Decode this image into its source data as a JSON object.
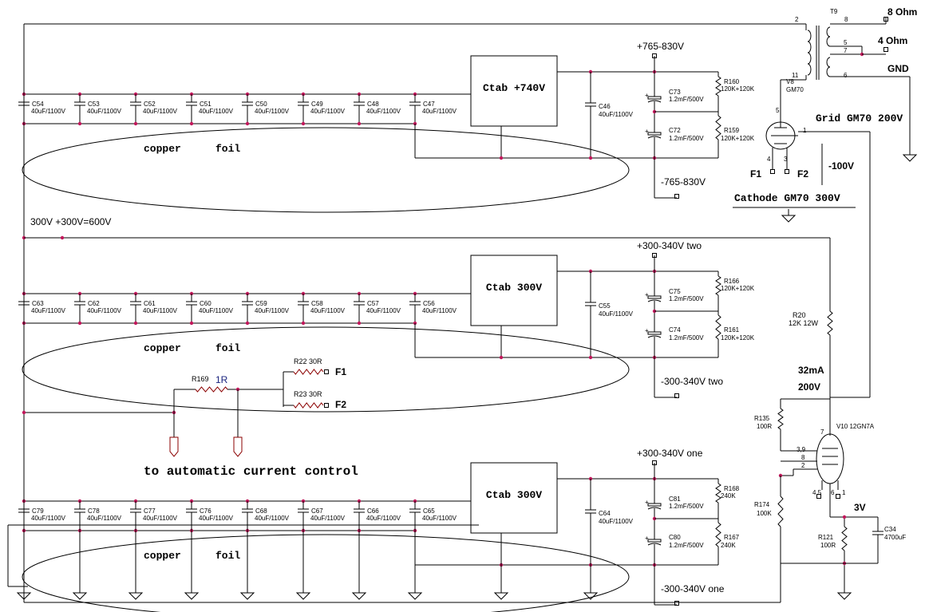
{
  "banks": [
    {
      "ctab_label": "Ctab +740V",
      "caps": [
        {
          "name": "C54",
          "value": "40uF/1100V"
        },
        {
          "name": "C53",
          "value": "40uF/1100V"
        },
        {
          "name": "C52",
          "value": "40uF/1100V"
        },
        {
          "name": "C51",
          "value": "40uF/1100V"
        },
        {
          "name": "C50",
          "value": "40uF/1100V"
        },
        {
          "name": "C49",
          "value": "40uF/1100V"
        },
        {
          "name": "C48",
          "value": "40uF/1100V"
        },
        {
          "name": "C47",
          "value": "40uF/1100V"
        }
      ],
      "filter_cap": {
        "name": "C46",
        "value": "40uF/1100V"
      },
      "elec_top": {
        "name": "C73",
        "value": "1.2mF/500V"
      },
      "elec_bot": {
        "name": "C72",
        "value": "1.2mF/500V"
      },
      "res_top": {
        "name": "R160",
        "value": "120K+120K"
      },
      "res_bot": {
        "name": "R159",
        "value": "120K+120K"
      },
      "v_pos": "+765-830V",
      "v_neg": "-765-830V",
      "foil_label_1": "copper",
      "foil_label_2": "foil"
    },
    {
      "ctab_label": "Ctab 300V",
      "caps": [
        {
          "name": "C63",
          "value": "40uF/1100V"
        },
        {
          "name": "C62",
          "value": "40uF/1100V"
        },
        {
          "name": "C61",
          "value": "40uF/1100V"
        },
        {
          "name": "C60",
          "value": "40uF/1100V"
        },
        {
          "name": "C59",
          "value": "40uF/1100V"
        },
        {
          "name": "C58",
          "value": "40uF/1100V"
        },
        {
          "name": "C57",
          "value": "40uF/1100V"
        },
        {
          "name": "C56",
          "value": "40uF/1100V"
        }
      ],
      "filter_cap": {
        "name": "C55",
        "value": "40uF/1100V"
      },
      "elec_top": {
        "name": "C75",
        "value": "1.2mF/500V"
      },
      "elec_bot": {
        "name": "C74",
        "value": "1.2mF/500V"
      },
      "res_top": {
        "name": "R166",
        "value": "120K+120K"
      },
      "res_bot": {
        "name": "R161",
        "value": "120K+120K"
      },
      "v_pos": "+300-340V two",
      "v_neg": "-300-340V two",
      "foil_label_1": "copper",
      "foil_label_2": "foil"
    },
    {
      "ctab_label": "Ctab 300V",
      "caps": [
        {
          "name": "C79",
          "value": "40uF/1100V"
        },
        {
          "name": "C78",
          "value": "40uF/1100V"
        },
        {
          "name": "C77",
          "value": "40uF/1100V"
        },
        {
          "name": "C76",
          "value": "40uF/1100V"
        },
        {
          "name": "C68",
          "value": "40uF/1100V"
        },
        {
          "name": "C67",
          "value": "40uF/1100V"
        },
        {
          "name": "C66",
          "value": "40uF/1100V"
        },
        {
          "name": "C65",
          "value": "40uF/1100V"
        }
      ],
      "filter_cap": {
        "name": "C64",
        "value": "40uF/1100V"
      },
      "elec_top": {
        "name": "C81",
        "value": "1.2mF/500V"
      },
      "elec_bot": {
        "name": "C80",
        "value": "1.2mF/500V"
      },
      "res_top": {
        "name": "R168",
        "value": "240K"
      },
      "res_bot": {
        "name": "R167",
        "value": "240K"
      },
      "v_pos": "+300-340V one",
      "v_neg": "-300-340V one",
      "foil_label_1": "copper",
      "foil_label_2": "foil"
    }
  ],
  "labels": {
    "supply_600": "300V +300V=600V",
    "r169": "R169",
    "r169_value": "1R",
    "r22": "R22 30R",
    "r23": "R23 30R",
    "f1": "F1",
    "f2": "F2",
    "to_acc": "to automatic current control",
    "transformer": "T9",
    "tap_8ohm": "8 Ohm",
    "tap_4ohm": "4 Ohm",
    "tap_gnd": "GND",
    "pin_2": "2",
    "pin_8": "8",
    "pin_11": "11",
    "pin_5": "5",
    "pin_7": "7",
    "pin_6": "6",
    "v8": "V8",
    "gm70": "GM70",
    "grid_gm70": "Grid GM70 200V",
    "cathode_gm70": "Cathode GM70 300V",
    "tube_f1": "F1",
    "tube_f2": "F2",
    "minus100": "-100V",
    "tube_pin_5": "5",
    "tube_pin_1": "1",
    "tube_pin_4": "4",
    "tube_pin_3": "3",
    "r20": "R20",
    "r20_value": "12K 12W",
    "i_32ma": "32mA",
    "v_200": "200V",
    "r135": "R135",
    "r135_value": "100R",
    "v10": "V10 12GN7A",
    "v10_pin_7": "7",
    "v10_pin_39": "3,9",
    "v10_pin_8": "8",
    "v10_pin_2": "2",
    "v10_pin_45": "4,5",
    "v10_pin_6": "6",
    "v10_pin_1": "1",
    "r174": "R174",
    "r174_value": "100K",
    "v_3": "3V",
    "r121": "R121",
    "r121_value": "100R",
    "c34": "C34",
    "c34_value": "4700uF"
  }
}
